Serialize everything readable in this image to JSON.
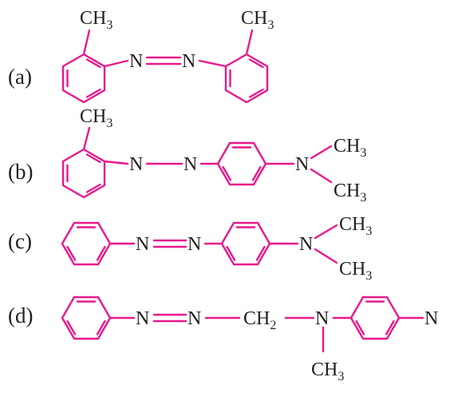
{
  "colors": {
    "bond": "#e8198b",
    "text": "#231f20",
    "background": "#ffffff"
  },
  "structures": [
    {
      "label": "(a)",
      "groups": {
        "methyl_left": "CH",
        "methyl_left_sub": "3",
        "n1": "N",
        "n2": "N",
        "methyl_right": "CH",
        "methyl_right_sub": "3"
      }
    },
    {
      "label": "(b)",
      "groups": {
        "methyl": "CH",
        "methyl_sub": "3",
        "n1": "N",
        "n2": "N",
        "n_amine": "N",
        "methyl_top": "CH",
        "methyl_top_sub": "3",
        "methyl_bottom": "CH",
        "methyl_bottom_sub": "3"
      }
    },
    {
      "label": "(c)",
      "groups": {
        "n1": "N",
        "n2": "N",
        "n_amine": "N",
        "methyl_top": "CH",
        "methyl_top_sub": "3",
        "methyl_bottom": "CH",
        "methyl_bottom_sub": "3"
      }
    },
    {
      "label": "(d)",
      "groups": {
        "n1": "N",
        "n2": "N",
        "methylene": "CH",
        "methylene_sub": "2",
        "n_amine": "N",
        "methyl": "CH",
        "methyl_sub": "3",
        "n_end": "N"
      }
    }
  ]
}
